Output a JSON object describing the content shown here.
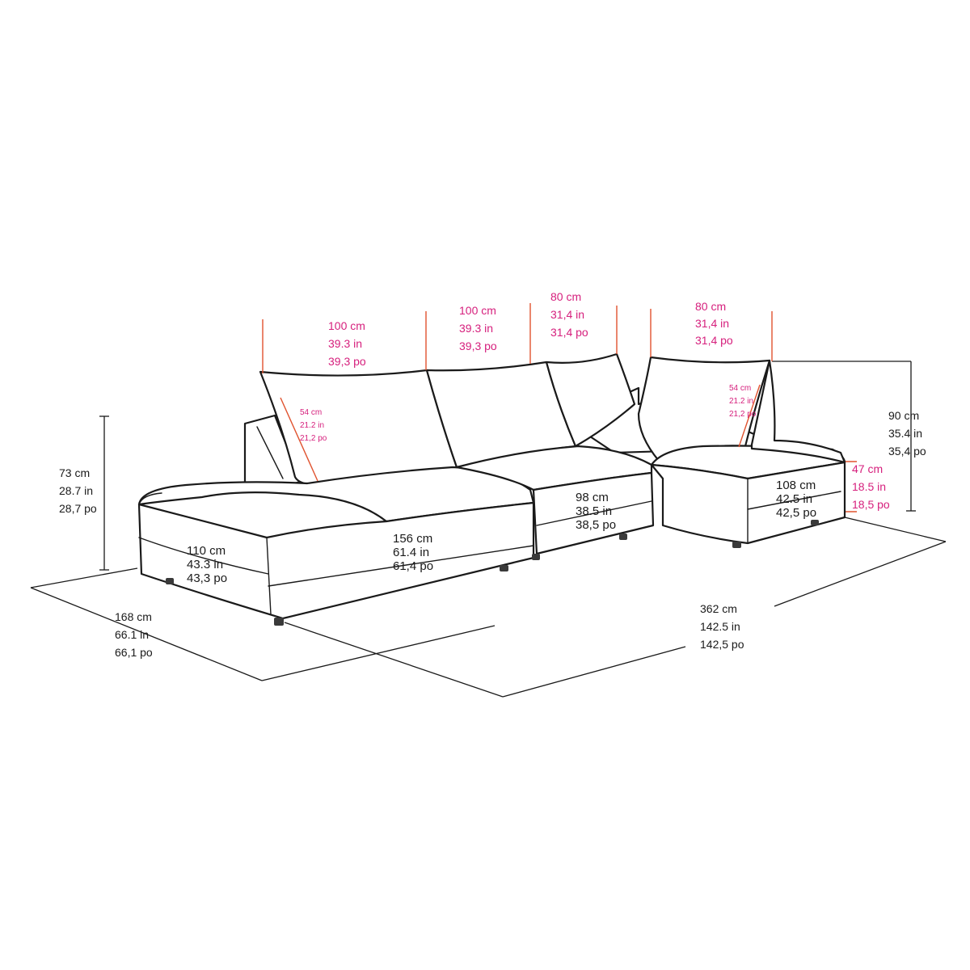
{
  "diagram": {
    "subject": "sectional-sofa",
    "colors": {
      "outline": "#1a1a1a",
      "dimension_text_dark": "#1a1a1a",
      "dimension_text_accent": "#d6207d",
      "dimension_tick": "#e0532f"
    }
  },
  "dimensions": {
    "cushion_left": {
      "cm": "100 cm",
      "in": "39.3 in",
      "po": "39,3 po"
    },
    "cushion_mid": {
      "cm": "100 cm",
      "in": "39.3 in",
      "po": "39,3 po"
    },
    "cushion_small_a": {
      "cm": "80 cm",
      "in": "31,4 in",
      "po": "31,4 po"
    },
    "cushion_small_b": {
      "cm": "80 cm",
      "in": "31,4 in",
      "po": "31,4 po"
    },
    "cushion_height_left": {
      "cm": "54 cm",
      "in": "21.2 in",
      "po": "21,2 po"
    },
    "cushion_height_right": {
      "cm": "54 cm",
      "in": "21.2 in",
      "po": "21,2 po"
    },
    "back_height": {
      "cm": "73 cm",
      "in": "28.7 in",
      "po": "28,7 po"
    },
    "total_height": {
      "cm": "90 cm",
      "in": "35.4 in",
      "po": "35,4 po"
    },
    "seat_height": {
      "cm": "47 cm",
      "in": "18.5 in",
      "po": "18,5 po"
    },
    "chaise_depth": {
      "cm": "110 cm",
      "in": "43.3 in",
      "po": "43,3 po"
    },
    "chaise_length": {
      "cm": "156 cm",
      "in": "61.4 in",
      "po": "61,4 po"
    },
    "middle_seat": {
      "cm": "98 cm",
      "in": "38.5 in",
      "po": "38,5 po"
    },
    "ottoman_depth": {
      "cm": "108 cm",
      "in": "42.5 in",
      "po": "42,5 po"
    },
    "overall_depth": {
      "cm": "168 cm",
      "in": "66.1 in",
      "po": "66,1 po"
    },
    "overall_width": {
      "cm": "362 cm",
      "in": "142.5 in",
      "po": "142,5 po"
    }
  }
}
